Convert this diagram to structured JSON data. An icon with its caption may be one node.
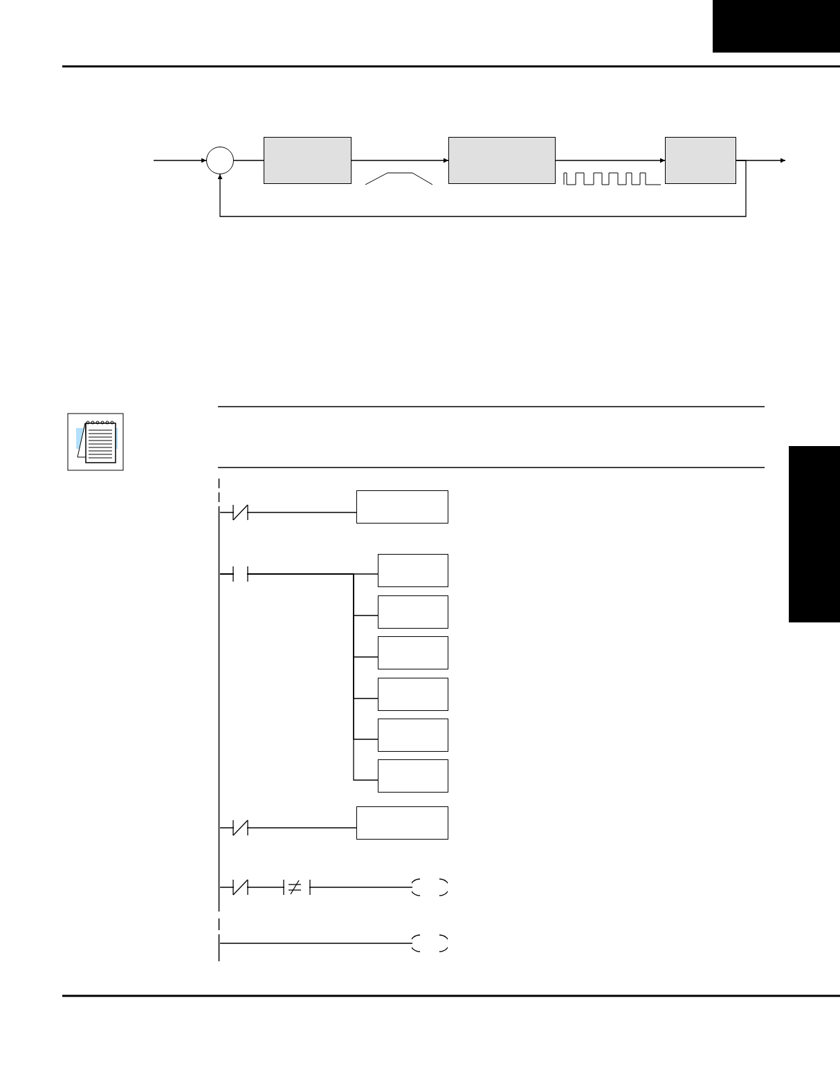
{
  "diagram": {
    "nodes": [
      {
        "text": [],
        "shape": "circle"
      },
      {
        "text": [],
        "shape": "box"
      },
      {
        "text": [],
        "shape": "box"
      },
      {
        "text": [],
        "shape": "box"
      },
      {
        "text": [],
        "shape": "bar"
      },
      {
        "text": [],
        "shape": "box"
      },
      {
        "text": [],
        "shape": "box"
      },
      {
        "text": [],
        "shape": "box"
      },
      {
        "text": [],
        "shape": "box"
      },
      {
        "text": [],
        "shape": "box"
      },
      {
        "text": [],
        "shape": "box"
      },
      {
        "text": [],
        "shape": "box"
      },
      {
        "text": [],
        "shape": "box"
      },
      {
        "text": [],
        "shape": "coil"
      },
      {
        "text": [],
        "shape": "coil"
      },
      {
        "text": [],
        "shape": "tab"
      }
    ],
    "edges": [
      {
        "from": null,
        "to": 0,
        "arrow": "to"
      },
      {
        "from": 0,
        "to": 1,
        "arrow": "none"
      },
      {
        "from": 1,
        "to": 2,
        "arrow": "to"
      },
      {
        "from": 2,
        "to": 3,
        "arrow": "to"
      },
      {
        "from": 3,
        "to": null,
        "arrow": "to"
      },
      {
        "from": 3,
        "to": 0,
        "arrow": "to"
      },
      {
        "from": 4,
        "to": 5,
        "arrow": "none"
      },
      {
        "from": 4,
        "to": 6,
        "arrow": "none"
      },
      {
        "from": 4,
        "to": 7,
        "arrow": "none"
      },
      {
        "from": 4,
        "to": 8,
        "arrow": "none"
      },
      {
        "from": 4,
        "to": 9,
        "arrow": "none"
      },
      {
        "from": 4,
        "to": 10,
        "arrow": "none"
      },
      {
        "from": 4,
        "to": 11,
        "arrow": "none"
      },
      {
        "from": 4,
        "to": 12,
        "arrow": "none"
      },
      {
        "from": 4,
        "to": 13,
        "arrow": "none"
      },
      {
        "from": 4,
        "to": 14,
        "arrow": "none"
      }
    ]
  }
}
